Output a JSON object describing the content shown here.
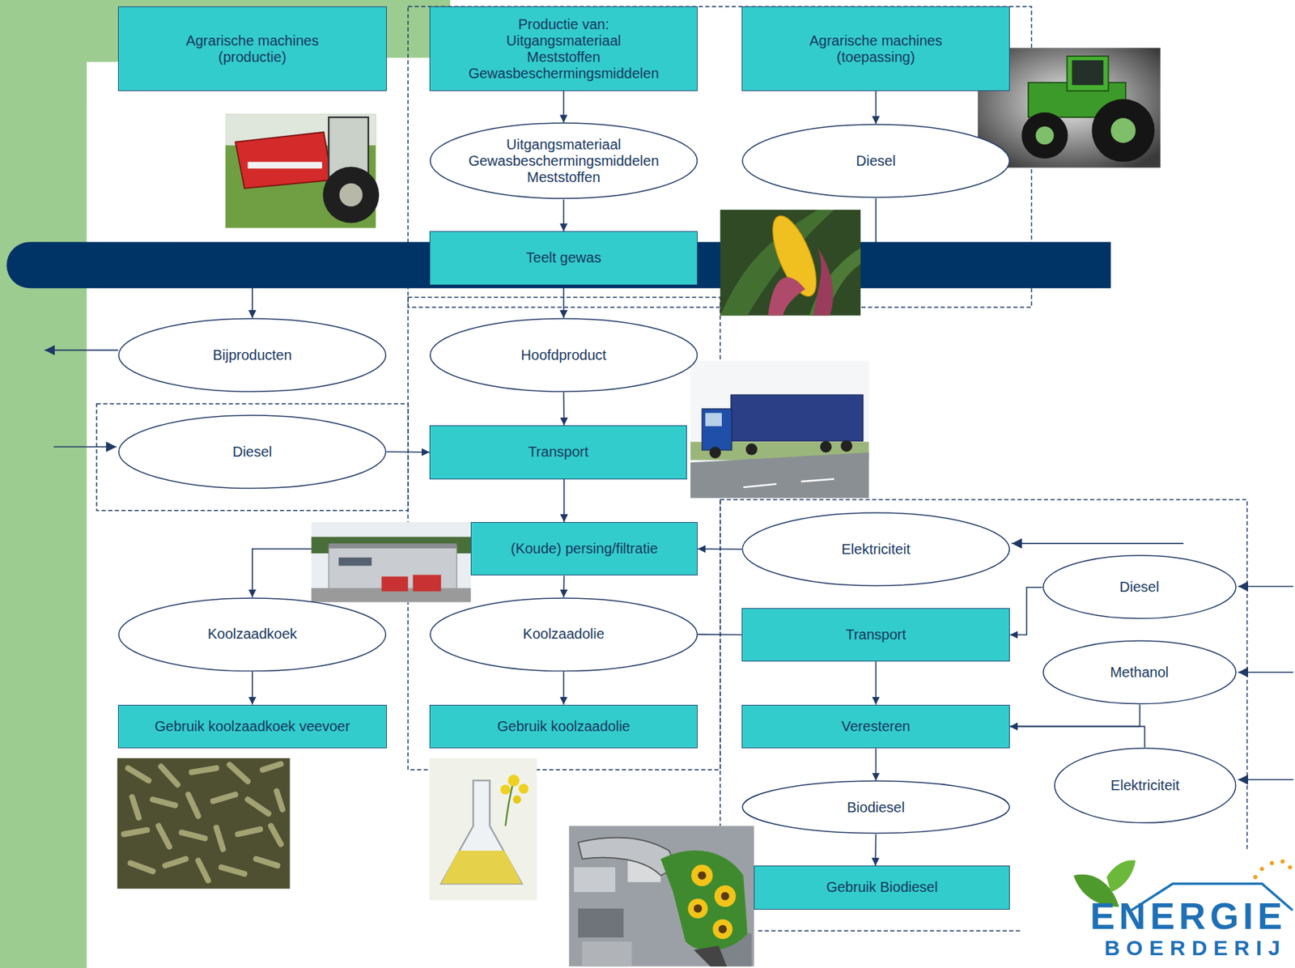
{
  "diagram": {
    "nodes": [
      {
        "text": [
          "Agrarische machines (productie)"
        ]
      },
      {
        "text": [
          "Productie van: Uitgangsmateriaal Meststoffen Gewasbeschermingsmiddelen"
        ]
      },
      {
        "text": [
          "Agrarische machines (toepassing)"
        ]
      },
      {
        "text": [
          "Uitgangsmateriaal Gewasbeschermingsmiddelen Meststoffen"
        ]
      },
      {
        "text": [
          "Diesel"
        ]
      },
      {
        "text": [
          "Teelt gewas"
        ]
      },
      {
        "text": [
          "Bijproducten"
        ]
      },
      {
        "text": [
          "Hoofdproduct"
        ]
      },
      {
        "text": [
          "Diesel"
        ]
      },
      {
        "text": [
          "Transport"
        ]
      },
      {
        "text": [
          "(Koude) persing/filtratie"
        ]
      },
      {
        "text": [
          "Elektriciteit"
        ]
      },
      {
        "text": [
          "Koolzaadkoek"
        ]
      },
      {
        "text": [
          "Koolzaadolie"
        ]
      },
      {
        "text": [
          "Diesel"
        ]
      },
      {
        "text": [
          "Transport"
        ]
      },
      {
        "text": [
          "Methanol"
        ]
      },
      {
        "text": [
          "Gebruik koolzaadkoek veevoer"
        ]
      },
      {
        "text": [
          "Gebruik koolzaadolie"
        ]
      },
      {
        "text": [
          "Veresteren"
        ]
      },
      {
        "text": [
          "Elektriciteit"
        ]
      },
      {
        "text": [
          "Biodiesel"
        ]
      },
      {
        "text": [
          "Gebruik Biodiesel"
        ]
      }
    ],
    "edges": [
      {
        "from": 1,
        "to": 3,
        "arrow": "to"
      },
      {
        "from": 3,
        "to": 5,
        "arrow": "to"
      },
      {
        "from": 2,
        "to": 4,
        "arrow": "to"
      },
      {
        "from": 4,
        "to": 5,
        "arrow": "none"
      },
      {
        "from": 5,
        "to": 7,
        "arrow": "to"
      },
      {
        "from": 5,
        "to": 6,
        "arrow": "to"
      },
      {
        "from": 7,
        "to": 9,
        "arrow": "to"
      },
      {
        "from": 8,
        "to": 9,
        "arrow": "to"
      },
      {
        "from": 9,
        "to": 10,
        "arrow": "to"
      },
      {
        "from": 11,
        "to": 10,
        "arrow": "to"
      },
      {
        "from": 10,
        "to": 12,
        "arrow": "to"
      },
      {
        "from": 10,
        "to": 13,
        "arrow": "to"
      },
      {
        "from": 12,
        "to": 17,
        "arrow": "to"
      },
      {
        "from": 13,
        "to": 18,
        "arrow": "to"
      },
      {
        "from": 13,
        "to": 15,
        "arrow": "none"
      },
      {
        "from": 14,
        "to": 15,
        "arrow": "to"
      },
      {
        "from": 15,
        "to": 19,
        "arrow": "to"
      },
      {
        "from": 16,
        "to": 19,
        "arrow": "to"
      },
      {
        "from": 20,
        "to": 19,
        "arrow": "to"
      },
      {
        "from": 19,
        "to": 21,
        "arrow": "to"
      },
      {
        "from": 21,
        "to": 22,
        "arrow": "to"
      }
    ],
    "labels": [
      "ENERGIE",
      "BOERDERIJ"
    ]
  }
}
